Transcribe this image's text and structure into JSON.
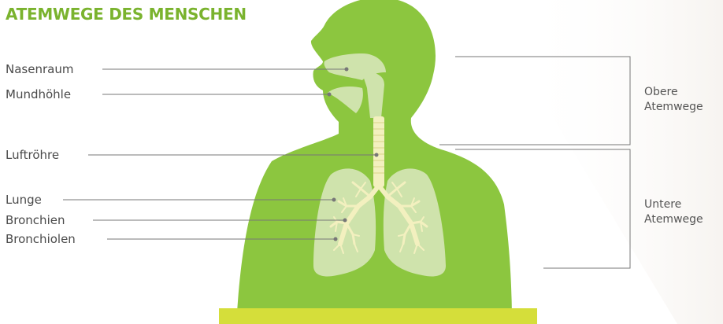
{
  "title": "ATEMWEGE DES MENSCHEN",
  "colors": {
    "body": "#8cc63f",
    "organ": "#cfe3ac",
    "airway": "#f3f0bf",
    "pedestal": "#d5de3a",
    "title": "#7ab32e",
    "lines": "#777777"
  },
  "labels": {
    "nasenraum": "Nasenraum",
    "mundhoehle": "Mundhöhle",
    "luftroehre": "Luftröhre",
    "lunge": "Lunge",
    "bronchien": "Bronchien",
    "bronchiolen": "Bronchiolen"
  },
  "groups": {
    "upper": {
      "line1": "Obere",
      "line2": "Atemwege"
    },
    "lower": {
      "line1": "Untere",
      "line2": "Atemwege"
    }
  }
}
